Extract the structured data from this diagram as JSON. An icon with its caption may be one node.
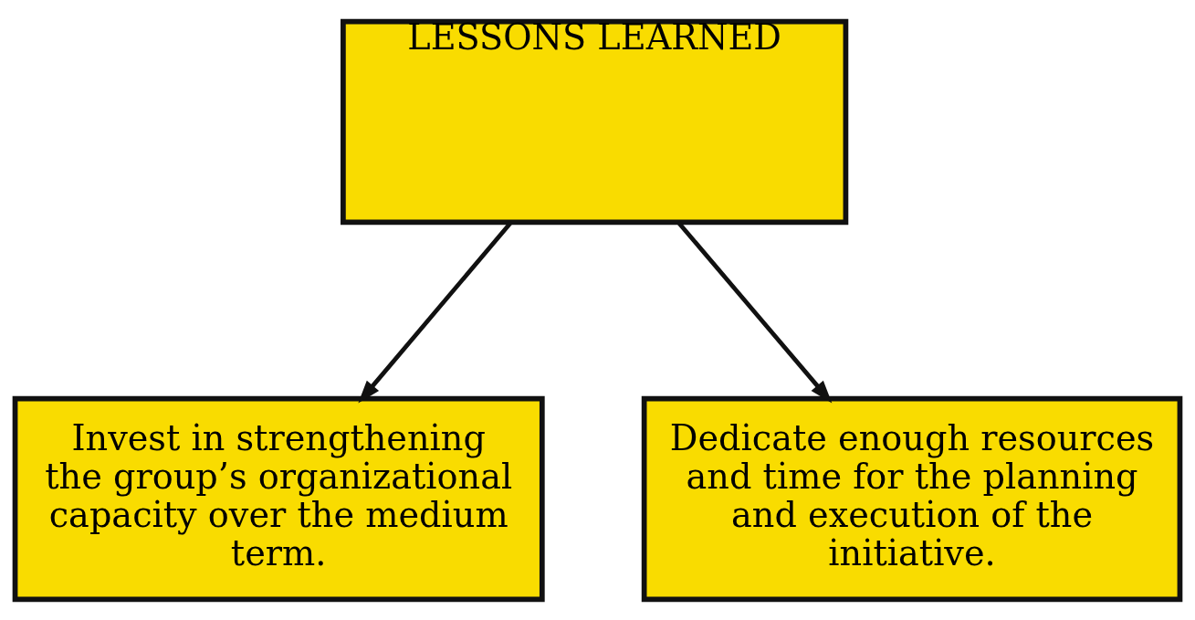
{
  "diagram": {
    "nodes": [
      {
        "text": [
          "LESSONS LEARNED"
        ]
      },
      {
        "text": [
          "Invest in strengthening the group’s organizational capacity over the medium term."
        ]
      },
      {
        "text": [
          "Dedicate enough resources and time for the planning and execution of the initiative."
        ]
      }
    ],
    "edges": [
      {
        "from": 0,
        "to": 1,
        "arrow": "to"
      },
      {
        "from": 0,
        "to": 2,
        "arrow": "to"
      }
    ]
  }
}
